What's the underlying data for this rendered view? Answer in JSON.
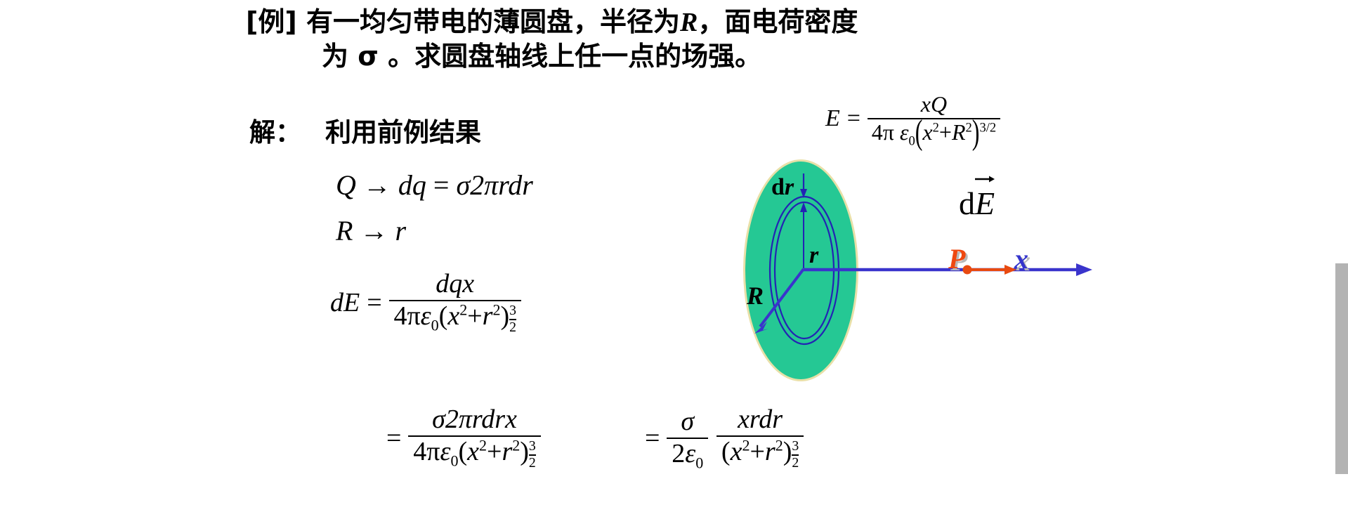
{
  "slide": {
    "background_color": "#ffffff",
    "heading": {
      "tag": "[例]",
      "line1_before_R": " 有一均匀带电的薄圆盘，半径为",
      "R_symbol": "R",
      "line1_after_R": "，面电荷密度",
      "line2_prefix": "为 ",
      "sigma_symbol": "σ",
      "line2_suffix": " 。求圆盘轴线上任一点的场强。"
    },
    "solution": {
      "label": "解：",
      "text": "利用前例结果"
    },
    "equations": {
      "top_right": {
        "lhs": "E",
        "eq": "=",
        "numerator": "xQ",
        "den_prefix": "4π ",
        "den_eps": "ε",
        "den_eps_sub": "0",
        "den_open": "(",
        "den_x": "x",
        "den_x_sup": "2",
        "den_plus": "+",
        "den_R": "R",
        "den_R_sup": "2",
        "den_close": ")",
        "den_exp": "3/2"
      },
      "q_to_dq": {
        "Q": "Q",
        "arrow": "→",
        "dq": "dq",
        "eq": "=",
        "rhs": "σ2πrdr"
      },
      "R_to_r": {
        "R": "R",
        "arrow": "→",
        "r": "r"
      },
      "dE": {
        "lhs": "dE",
        "eq": "=",
        "numerator": "dqx",
        "den_prefix": "4π",
        "den_eps": "ε",
        "den_eps_sub": "0",
        "den_open": "(",
        "den_x": "x",
        "den_x_sup": "2",
        "den_plus": "+",
        "den_r": "r",
        "den_r_sup": "2",
        "den_close": ")",
        "exp_num": "3",
        "exp_den": "2"
      },
      "step2": {
        "eq": "=",
        "numerator": "σ2πrdrx",
        "den_prefix": "4π",
        "den_eps": "ε",
        "den_eps_sub": "0",
        "den_open": "(",
        "den_x": "x",
        "den_x_sup": "2",
        "den_plus": "+",
        "den_r": "r",
        "den_r_sup": "2",
        "den_close": ")",
        "exp_num": "3",
        "exp_den": "2"
      },
      "step3": {
        "eq": "=",
        "f1_num": "σ",
        "f1_den_2": "2",
        "f1_den_eps": "ε",
        "f1_den_sub": "0",
        "f2_num": "xrdr",
        "f2_den_open": "(",
        "f2_den_x": "x",
        "f2_den_x_sup": "2",
        "f2_den_plus": "+",
        "f2_den_r": "r",
        "f2_den_r_sup": "2",
        "f2_den_close": ")",
        "exp_num": "3",
        "exp_den": "2"
      }
    },
    "diagram": {
      "disk_color": "#25c894",
      "disk_outline_color": "#e8e0a8",
      "ring_color": "#2323b4",
      "axis_color": "#3a34cc",
      "field_segment_color": "#e84a10",
      "point_color": "#e84a10",
      "labels": {
        "dr": "d",
        "dr_italic": "r",
        "r": "r",
        "R": "R",
        "dE_d": "d",
        "dE_E": "E",
        "P": "P",
        "x": "x"
      }
    },
    "scrollbar": {
      "thumb_color": "#b3b3b3",
      "track_color": "#ffffff"
    }
  }
}
